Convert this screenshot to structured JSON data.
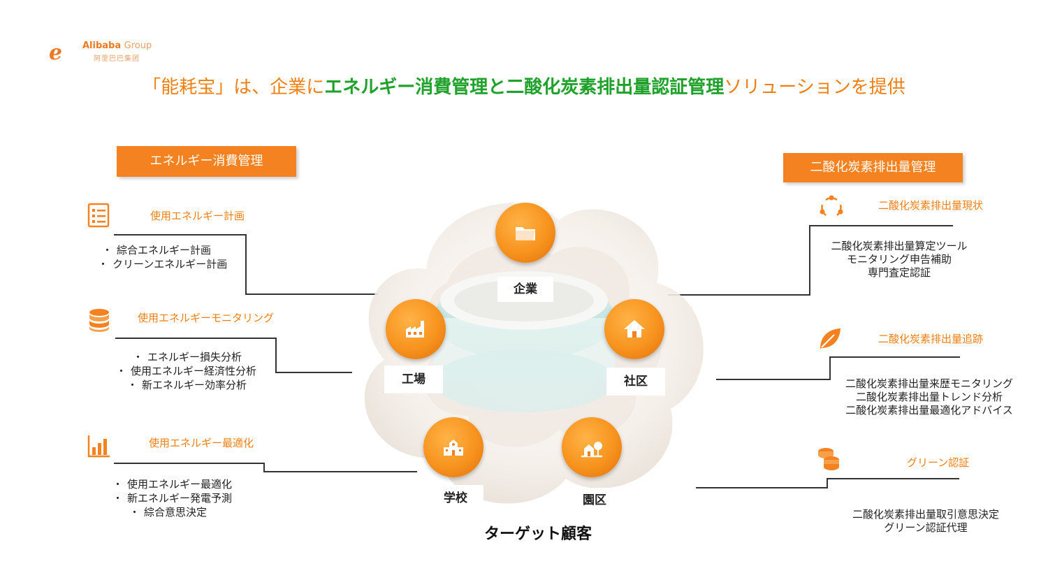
{
  "logo": {
    "en_main": "Alibaba",
    "en_sub": "Group",
    "cn": "阿里巴巴集团"
  },
  "title": {
    "part1": "「能耗宝」は、企業に",
    "highlight1": "エネルギー消費管理",
    "part2": "と",
    "highlight2": "二酸化炭素排出量認証管理",
    "part3": "ソリューションを提供"
  },
  "left": {
    "header": "エネルギー消費管理",
    "sections": [
      {
        "title": "使用エネルギー計画",
        "icon": "checklist-icon",
        "items": [
          "綜合エネルギー計画",
          "クリーンエネルギー計画"
        ]
      },
      {
        "title": "使用エネルギーモニタリング",
        "icon": "database-icon",
        "items": [
          "エネルギー損失分析",
          "使用エネルギー経済性分析",
          "新エネルギー効率分析"
        ]
      },
      {
        "title": "使用エネルギー最適化",
        "icon": "bar-chart-icon",
        "items": [
          "使用エネルギー最適化",
          "新エネルギー発電予測",
          "綜合意思決定"
        ]
      }
    ]
  },
  "right": {
    "header": "二酸化炭素排出量管理",
    "sections": [
      {
        "title": "二酸化炭素排出量現状",
        "icon": "cycle-icon",
        "lines": [
          "二酸化炭素排出量算定ツール",
          "モニタリング申告補助",
          "専門査定認証"
        ]
      },
      {
        "title": "二酸化炭素排出量追跡",
        "icon": "leaf-icon",
        "lines": [
          "二酸化炭素排出量来歴モニタリング",
          "二酸化炭素排出量トレンド分析",
          "二酸化炭素排出量最適化アドバイス"
        ]
      },
      {
        "title": "グリーン認証",
        "icon": "coins-icon",
        "lines": [
          "二酸化炭素排出量取引意思決定",
          "グリーン認証代理"
        ]
      }
    ]
  },
  "center": {
    "nodes": [
      {
        "label": "企業",
        "icon": "folder-icon"
      },
      {
        "label": "工場",
        "icon": "factory-icon"
      },
      {
        "label": "社区",
        "icon": "house-icon"
      },
      {
        "label": "学校",
        "icon": "school-icon"
      },
      {
        "label": "園区",
        "icon": "park-icon"
      }
    ],
    "caption": "ターゲット顧客"
  },
  "colors": {
    "accent": "#f58220",
    "title_orange": "#f07f12",
    "highlight_green": "#1fa12b"
  }
}
